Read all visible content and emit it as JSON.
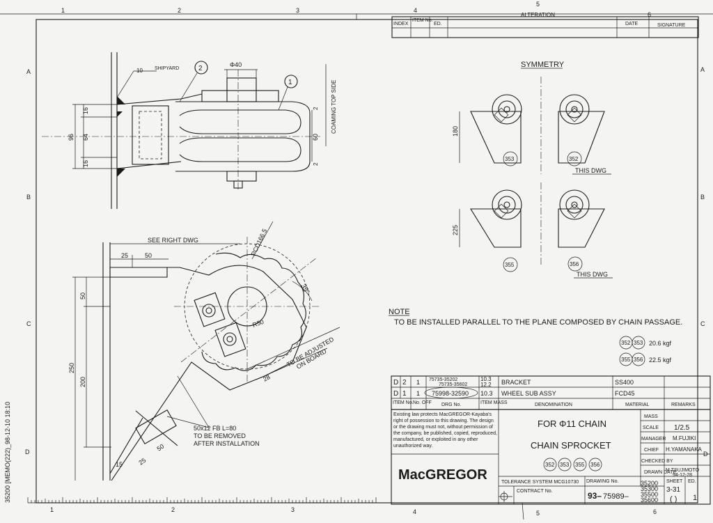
{
  "border": {
    "top_zones": [
      "1",
      "2",
      "3",
      "4",
      "5",
      "6"
    ],
    "bottom_zones": [
      "1",
      "2",
      "3",
      "4",
      "5",
      "6"
    ],
    "left_zones": [
      "A",
      "B",
      "C",
      "D"
    ],
    "right_zones": [
      "A",
      "B",
      "C",
      "D"
    ],
    "margin_id": "35200 [MEMO(222)_98-12-10 18:10"
  },
  "alteration_table": {
    "headers": [
      "INDEX",
      "ITEM No.",
      "ED.",
      "ALTERATION",
      "DATE",
      "SIGNATURE"
    ]
  },
  "side_view": {
    "shipyard_label": "SHIPYARD",
    "weld_size": "10",
    "balloon_1": "1",
    "balloon_2": "2",
    "dim_dia": "Φ40",
    "coaming_label": "COAMING TOP SIDE",
    "dims": {
      "d16a": "16",
      "d64": "64",
      "d16b": "16",
      "d96": "96",
      "d60": "60",
      "d2a": "2",
      "d2b": "2"
    }
  },
  "plan_view": {
    "see_right": "SEE RIGHT DWG",
    "d25": "25",
    "d50": "50",
    "pcd": "PCD166.5",
    "angle": "35°",
    "r50": "R50",
    "adjust_1": "TO BE ADJUSTED",
    "adjust_2": "ON BOARD",
    "d28": "28",
    "d50v": "50",
    "d250": "250",
    "d200": "200",
    "d15": "15",
    "d25b": "25",
    "d50b": "50",
    "fb_note_1": "50x12 FB L=80",
    "fb_note_2": "TO BE REMOVED",
    "fb_note_3": "AFTER INSTALLATION"
  },
  "symmetry": {
    "title": "SYMMETRY",
    "d180": "180",
    "d225": "225",
    "tags": [
      "353",
      "352",
      "355",
      "356"
    ],
    "this_dwg_1": "THIS DWG",
    "this_dwg_2": "THIS DWG"
  },
  "note": {
    "title": "NOTE",
    "text": "TO BE INSTALLED PARALLEL TO THE PLANE COMPOSED BY CHAIN PASSAGE."
  },
  "masses": [
    {
      "tags": [
        "352",
        "353"
      ],
      "value": "20.6 kgf"
    },
    {
      "tags": [
        "355",
        "356"
      ],
      "value": "22.5 kgf"
    }
  ],
  "parts_list": {
    "rows": [
      {
        "ed": "D",
        "item": "2",
        "off": "1",
        "drg_1": "75735-35202",
        "drg_2": "75735-35602",
        "mass_1": "10.3",
        "mass_2": "12.2",
        "denom": "BRACKET",
        "material": "SS400",
        "remarks": ""
      },
      {
        "ed": "D",
        "item": "1",
        "off": "1",
        "drg_1": "75998-32590",
        "drg_2": "",
        "mass_1": "10.3",
        "mass_2": "",
        "denom": "WHEEL SUB ASSY",
        "material": "FCD45",
        "remarks": ""
      }
    ],
    "headers": {
      "item": "ITEM No.",
      "off": "No. OFF",
      "drg": "DRG No.",
      "mass": "ITEM MASS",
      "denom": "DENOMINATION",
      "material": "MATERIAL",
      "remarks": "REMARKS"
    }
  },
  "title_block": {
    "copyright": [
      "Existing law protects MacGREGOR-Kayaba's",
      "right of possession to this drawing. The design",
      "or the drawing must not, without permission of",
      "the company, be published, copied, reproduced,",
      "manufactured, or exploited in any other",
      "unauthorized way."
    ],
    "logo": "MacGREGOR",
    "title_1": "FOR Φ11 CHAIN",
    "title_2": "CHAIN SPROCKET",
    "title_tags": [
      "352",
      "353",
      "355",
      "356"
    ],
    "labels": {
      "mass": "MASS",
      "scale": "SCALE",
      "manager": "MANAGER",
      "chief": "CHIEF",
      "checked": "CHECKED BY",
      "drawn": "DRAWN DATE"
    },
    "values": {
      "scale": "1/2.5",
      "manager": "M.FUJIKI",
      "chief": "H.YAMANAKA",
      "checked": "",
      "drawn_by": "M.TSUJIMOTO",
      "drawn_date": "94-12-28"
    },
    "tolerance": "TOLERANCE SYSTEM  MCG10730",
    "drawing_no_label": "DRAWING No.",
    "contract_label": "CONTRACT No.",
    "drawing_prefix": "93–",
    "drawing_no": "75989–",
    "drawing_suffixes": [
      "35200",
      "35300",
      "35500",
      "35600"
    ],
    "sheet_label": "SHEET",
    "sheet_value": "3-31",
    "ed_label": "ED.",
    "sheet_paren": "( )",
    "ed_value": "1"
  }
}
